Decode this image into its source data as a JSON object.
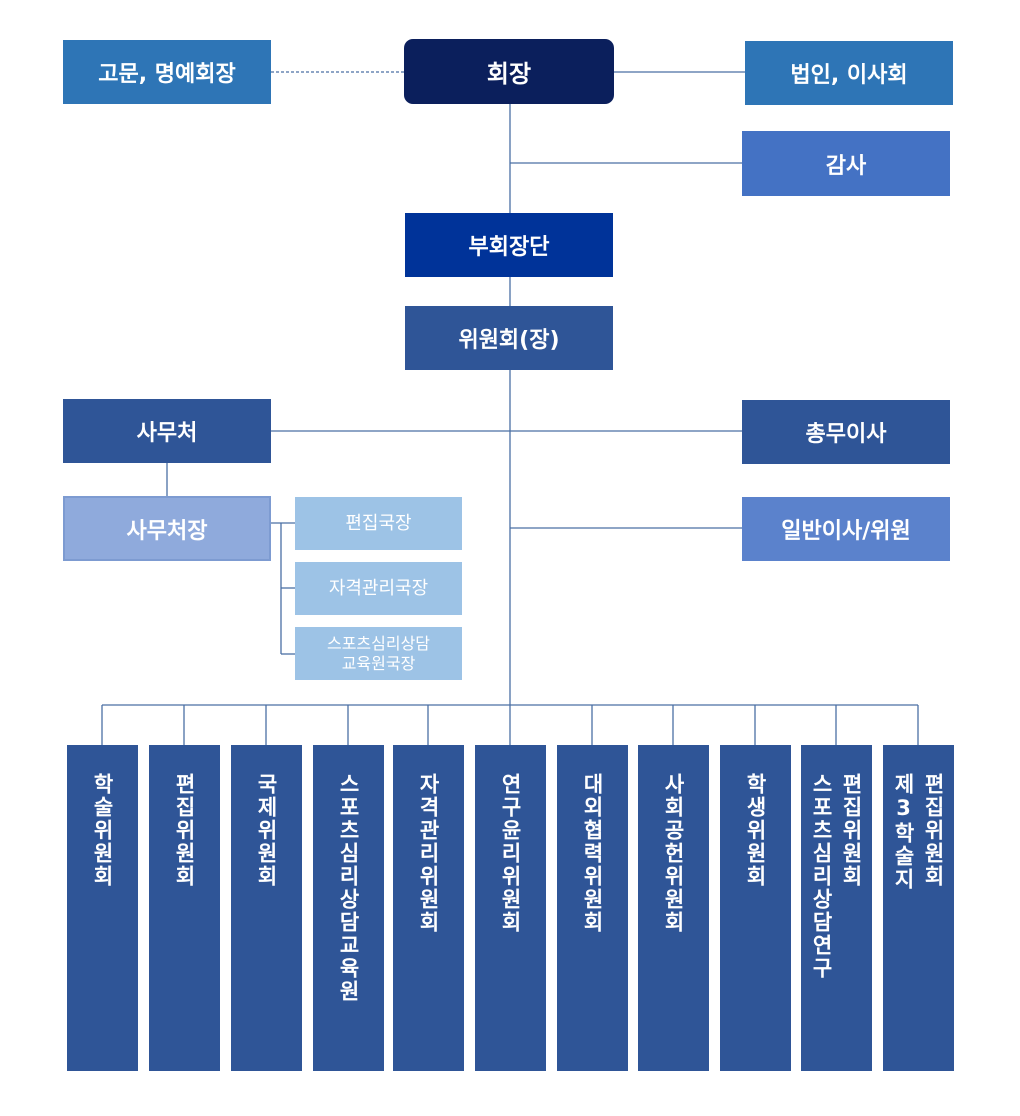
{
  "top": {
    "president": "회장",
    "advisors": "고문, 명예회장",
    "board": "법인, 이사회",
    "auditor": "감사",
    "vice_presidents": "부회장단",
    "committee_chairs": "위원회(장)",
    "secretariat": "사무처",
    "general_director": "총무이사",
    "secretary_general": "사무처장",
    "directors": "일반이사/위원"
  },
  "bureaus": [
    "편집국장",
    "자격관리국장",
    "스포츠심리상담\n교육원국장"
  ],
  "committees": [
    "학술위원회",
    "편집위원회",
    "국제위원회",
    "스포츠심리상담교육원",
    "자격관리위원회",
    "연구윤리위원회",
    "대외협력위원회",
    "사회공헌위원회",
    "학생위원회",
    "스포츠심리상담연구\n편집위원회",
    "제3학술지\n편집위원회"
  ],
  "colors": {
    "president": "#0b1f5c",
    "medium_blue": "#2e75b6",
    "auditor": "#4472c4",
    "vice": "#003399",
    "committee": "#2f5597",
    "secretary_general": "#8faadc",
    "directors": "#5b82cc",
    "bureau": "#9dc3e6"
  }
}
